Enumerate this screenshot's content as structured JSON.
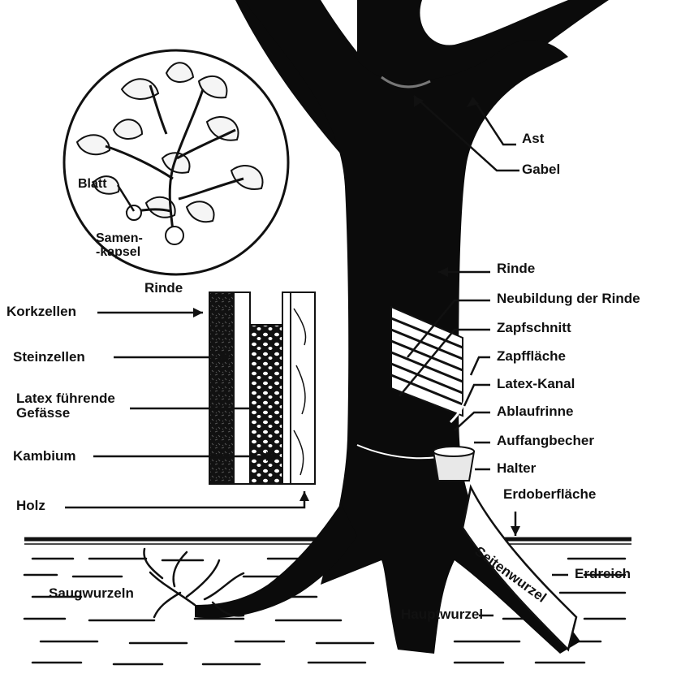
{
  "colors": {
    "ink": "#111111",
    "paper": "#ffffff",
    "bark_fill": "#0b0b0b",
    "latex_cup": "#e8e8e8"
  },
  "labels": {
    "ast": "Ast",
    "gabel": "Gabel",
    "rinde": "Rinde",
    "neubildung": "Neubildung der Rinde",
    "zapfschnitt": "Zapfschnitt",
    "zapfflaeche": "Zapffläche",
    "latex_kanal": "Latex-Kanal",
    "ablaufrinne": "Ablaufrinne",
    "auffangbecher": "Auffangbecher",
    "halter": "Halter",
    "erdoberflaeche": "Erdoberfläche",
    "erdreich": "Erdreich",
    "seitenwurzel": "Seitenwurzel",
    "hauptwurzel": "Hauptwurzel",
    "saugwurzeln": "Saugwurzeln",
    "blatt": "Blatt",
    "samenkapsel": "Samen-\n-kapsel",
    "rinde_title": "Rinde",
    "korkzellen": "Korkzellen",
    "steinzellen": "Steinzellen",
    "latex_gefaesse": "Latex führende\nGefässe",
    "kambium": "Kambium",
    "holz": "Holz"
  }
}
